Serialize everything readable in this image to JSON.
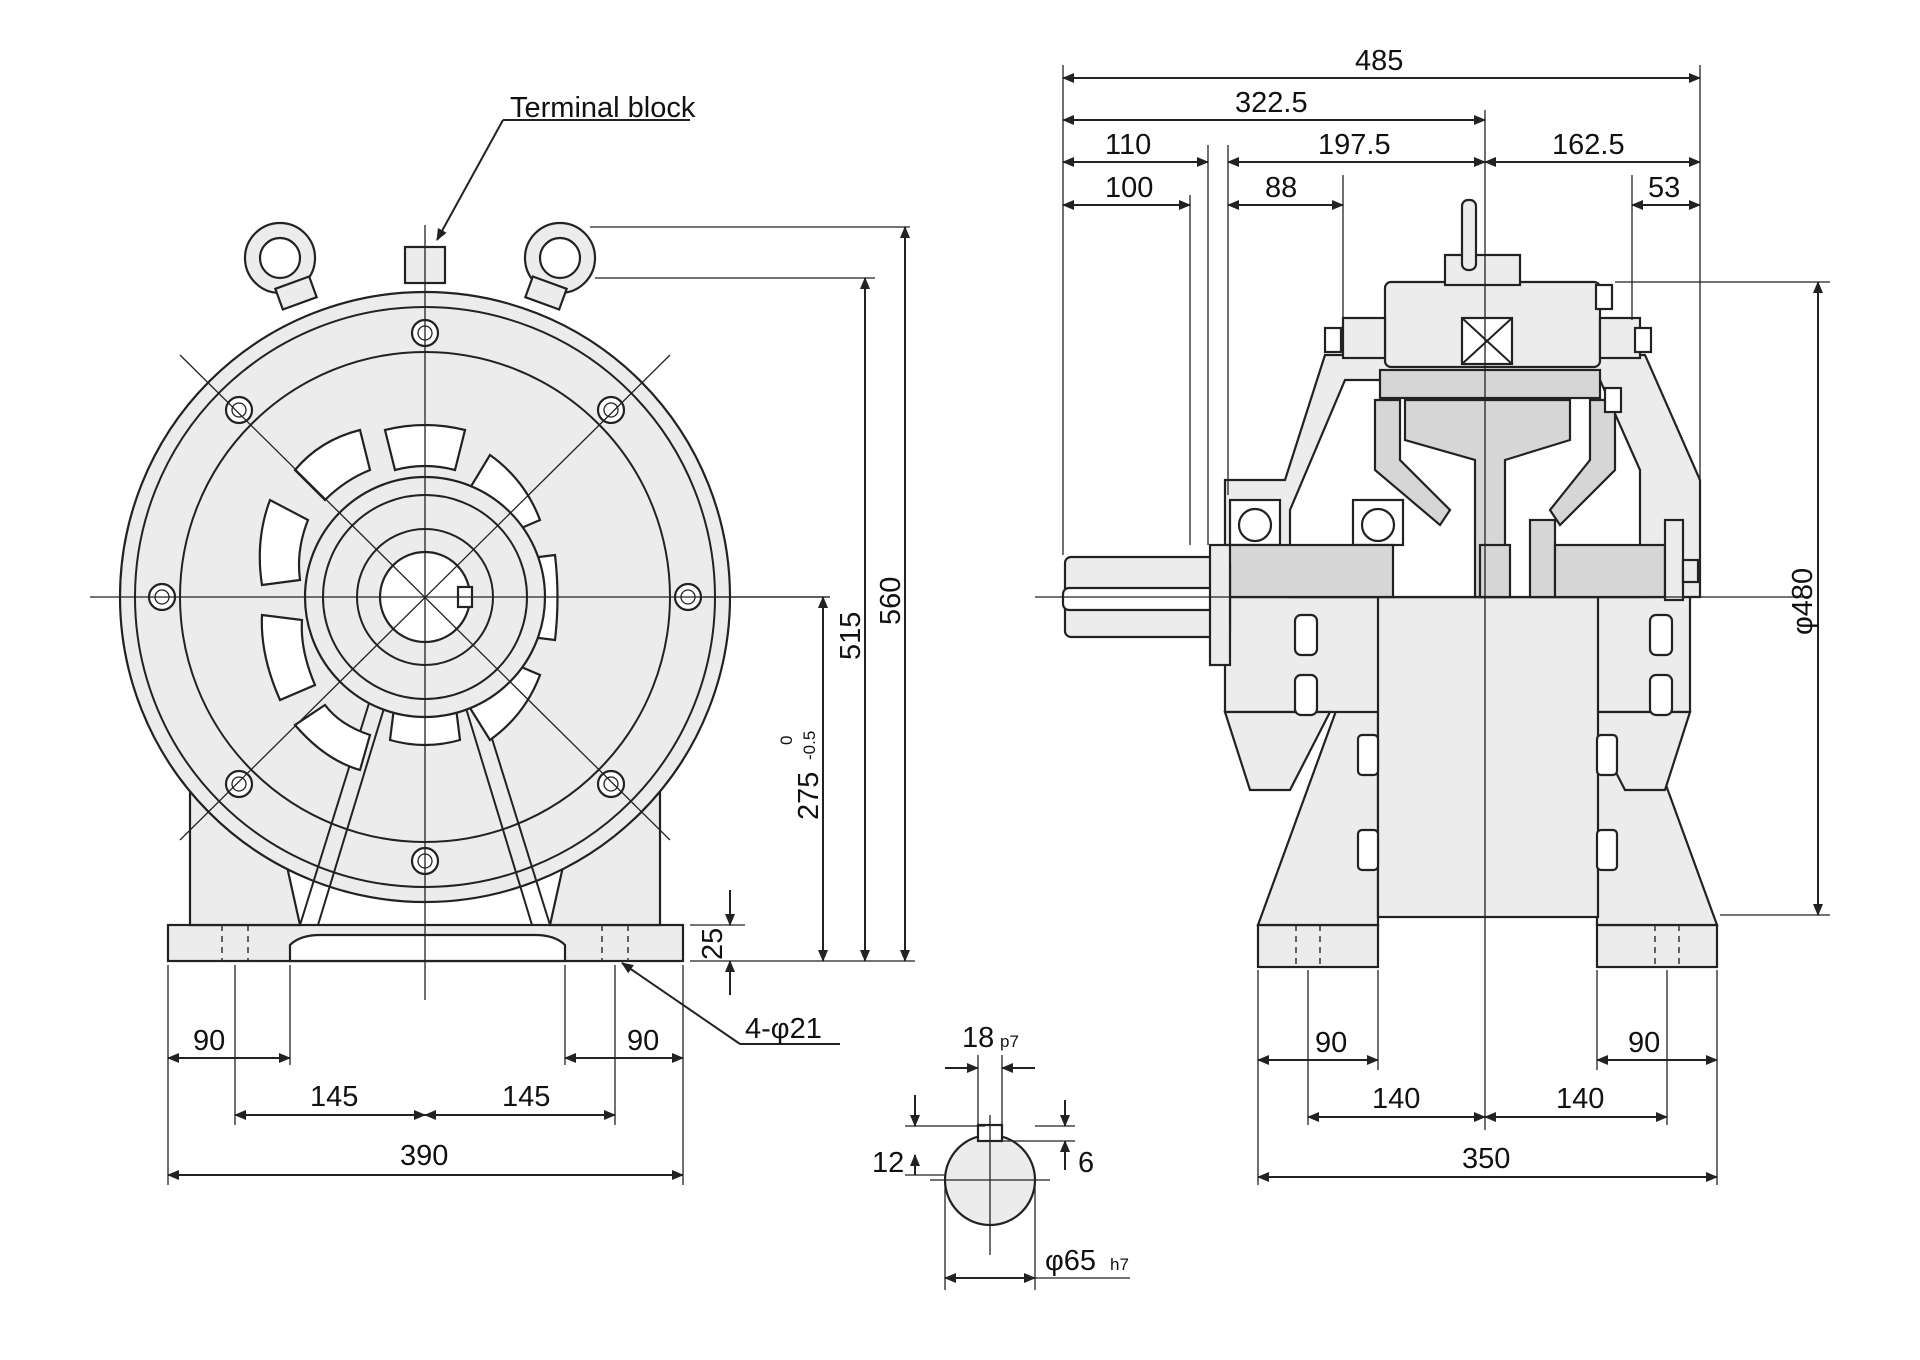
{
  "labels": {
    "terminal_block": "Terminal block",
    "holes": "4-φ21",
    "front_90_left": "90",
    "front_90_right": "90",
    "front_145_left": "145",
    "front_145_right": "145",
    "front_390": "390",
    "front_25": "25",
    "front_275": "275",
    "front_275_tol_upper": "0",
    "front_275_tol_lower": "-0.5",
    "front_515": "515",
    "front_560": "560",
    "side_485": "485",
    "side_322_5": "322.5",
    "side_110": "110",
    "side_197_5": "197.5",
    "side_162_5": "162.5",
    "side_100": "100",
    "side_88": "88",
    "side_53": "53",
    "side_480": "φ480",
    "side_90_left": "90",
    "side_90_right": "90",
    "side_140_left": "140",
    "side_140_right": "140",
    "side_350": "350",
    "key_18": "18",
    "key_18_fit": "p7",
    "key_12": "12",
    "key_6": "6",
    "key_65": "φ65",
    "key_65_fit": "h7"
  }
}
